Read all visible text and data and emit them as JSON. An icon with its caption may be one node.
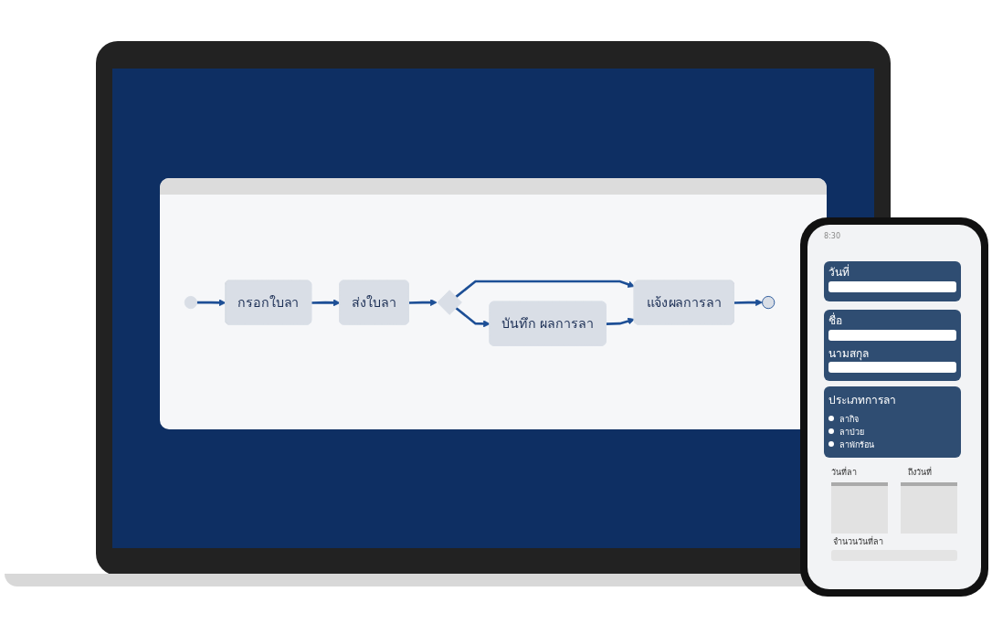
{
  "diagram": {
    "nodes": [
      {
        "text": [],
        "shape": "circle"
      },
      {
        "text": [
          "กรอกใบลา"
        ]
      },
      {
        "text": [
          "ส่งใบลา"
        ]
      },
      {
        "text": [],
        "shape": "diamond"
      },
      {
        "text": [
          "แจ้งผลการลา"
        ]
      },
      {
        "text": [
          "บันทึก ผลการลา"
        ]
      },
      {
        "text": [],
        "shape": "circle"
      }
    ],
    "edges": [
      {
        "from": 0,
        "to": 1,
        "arrow": "to"
      },
      {
        "from": 1,
        "to": 2,
        "arrow": "to"
      },
      {
        "from": 2,
        "to": 3,
        "arrow": "to"
      },
      {
        "from": 3,
        "to": 4,
        "arrow": "to"
      },
      {
        "from": 3,
        "to": 5,
        "arrow": "to"
      },
      {
        "from": 5,
        "to": 4,
        "arrow": "to"
      },
      {
        "from": 4,
        "to": 6,
        "arrow": "to"
      }
    ],
    "labels": [
      "8:30",
      "วันที่",
      "ชื่อ",
      "นามสกุล",
      "ประเภทการลา",
      "ลากิจ",
      "ลาป่วย",
      "ลาพักร้อน",
      "วันที่ลา",
      "ถึงวันที่",
      "จำนวนวันที่ลา"
    ]
  }
}
